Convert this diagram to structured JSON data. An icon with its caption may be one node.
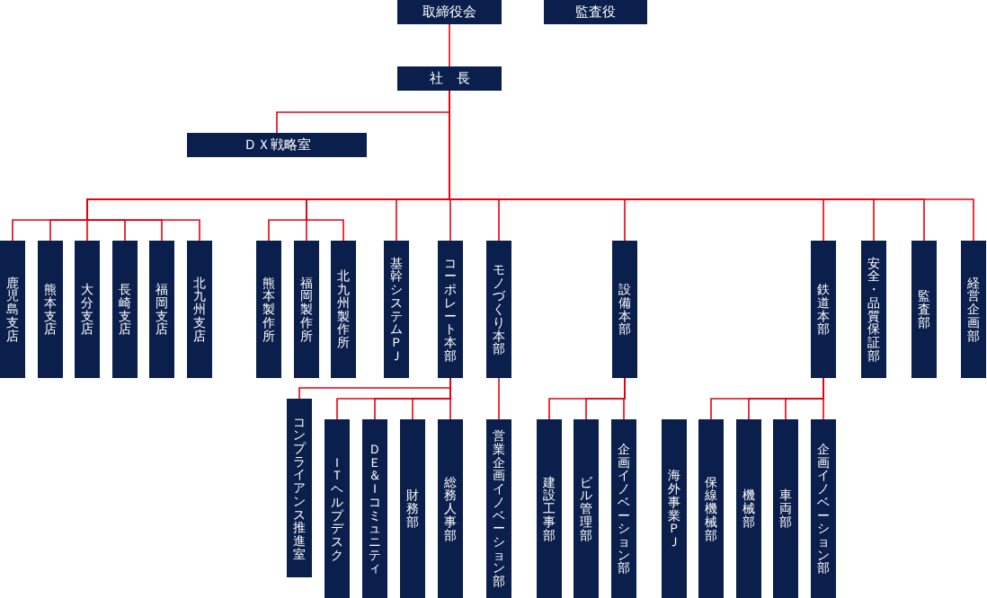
{
  "diagram": {
    "nodes": [
      {
        "text": [
          "取締役会"
        ]
      },
      {
        "text": [
          "監査役"
        ]
      },
      {
        "text": [
          "社　長"
        ]
      },
      {
        "text": [
          "ＤＸ戦略室"
        ]
      },
      {
        "text": [
          "鹿児島支店"
        ]
      },
      {
        "text": [
          "熊本支店"
        ]
      },
      {
        "text": [
          "大分支店"
        ]
      },
      {
        "text": [
          "長崎支店"
        ]
      },
      {
        "text": [
          "福岡支店"
        ]
      },
      {
        "text": [
          "北九州支店"
        ]
      },
      {
        "text": [
          "熊本製作所"
        ]
      },
      {
        "text": [
          "福岡製作所"
        ]
      },
      {
        "text": [
          "北九州製作所"
        ]
      },
      {
        "text": [
          "基幹システムＰＪ"
        ]
      },
      {
        "text": [
          "コーポレート本部"
        ]
      },
      {
        "text": [
          "モノづくり本部"
        ]
      },
      {
        "text": [
          "設備本部"
        ]
      },
      {
        "text": [
          "鉄道本部"
        ]
      },
      {
        "text": [
          "安全・品質保証部"
        ]
      },
      {
        "text": [
          "監査部"
        ]
      },
      {
        "text": [
          "経営企画部"
        ]
      },
      {
        "text": [
          "コンプライアンス推進室"
        ]
      },
      {
        "text": [
          "ＩＴヘルプデスク"
        ]
      },
      {
        "text": [
          "ＤＥ＆Ｉコミュニティ"
        ]
      },
      {
        "text": [
          "財務部"
        ]
      },
      {
        "text": [
          "総務人事部"
        ]
      },
      {
        "text": [
          "営業企画イノベーション部"
        ]
      },
      {
        "text": [
          "建設工事部"
        ]
      },
      {
        "text": [
          "ビル管理部"
        ]
      },
      {
        "text": [
          "企画イノベーション部"
        ]
      },
      {
        "text": [
          "海外事業ＰＪ"
        ]
      },
      {
        "text": [
          "保線機械部"
        ]
      },
      {
        "text": [
          "機械部"
        ]
      },
      {
        "text": [
          "車両部"
        ]
      },
      {
        "text": [
          "企画イノベーション部"
        ]
      }
    ],
    "edges": [
      {
        "from": 0,
        "to": 2,
        "arrow": "none"
      },
      {
        "from": 2,
        "to": 3,
        "arrow": "none"
      },
      {
        "from": 2,
        "to": 4,
        "arrow": "none"
      },
      {
        "from": 2,
        "to": 5,
        "arrow": "none"
      },
      {
        "from": 2,
        "to": 6,
        "arrow": "none"
      },
      {
        "from": 2,
        "to": 7,
        "arrow": "none"
      },
      {
        "from": 2,
        "to": 8,
        "arrow": "none"
      },
      {
        "from": 2,
        "to": 9,
        "arrow": "none"
      },
      {
        "from": 2,
        "to": 10,
        "arrow": "none"
      },
      {
        "from": 2,
        "to": 11,
        "arrow": "none"
      },
      {
        "from": 2,
        "to": 12,
        "arrow": "none"
      },
      {
        "from": 2,
        "to": 13,
        "arrow": "none"
      },
      {
        "from": 2,
        "to": 14,
        "arrow": "none"
      },
      {
        "from": 2,
        "to": 15,
        "arrow": "none"
      },
      {
        "from": 2,
        "to": 16,
        "arrow": "none"
      },
      {
        "from": 2,
        "to": 17,
        "arrow": "none"
      },
      {
        "from": 2,
        "to": 18,
        "arrow": "none"
      },
      {
        "from": 2,
        "to": 19,
        "arrow": "none"
      },
      {
        "from": 2,
        "to": 20,
        "arrow": "none"
      },
      {
        "from": 14,
        "to": 21,
        "arrow": "none"
      },
      {
        "from": 14,
        "to": 22,
        "arrow": "none"
      },
      {
        "from": 14,
        "to": 23,
        "arrow": "none"
      },
      {
        "from": 14,
        "to": 24,
        "arrow": "none"
      },
      {
        "from": 14,
        "to": 25,
        "arrow": "none"
      },
      {
        "from": 15,
        "to": 26,
        "arrow": "none"
      },
      {
        "from": 16,
        "to": 27,
        "arrow": "none"
      },
      {
        "from": 16,
        "to": 28,
        "arrow": "none"
      },
      {
        "from": 16,
        "to": 29,
        "arrow": "none"
      },
      {
        "from": 17,
        "to": 31,
        "arrow": "none"
      },
      {
        "from": 17,
        "to": 32,
        "arrow": "none"
      },
      {
        "from": 17,
        "to": 33,
        "arrow": "none"
      },
      {
        "from": 17,
        "to": 34,
        "arrow": "none"
      }
    ]
  }
}
